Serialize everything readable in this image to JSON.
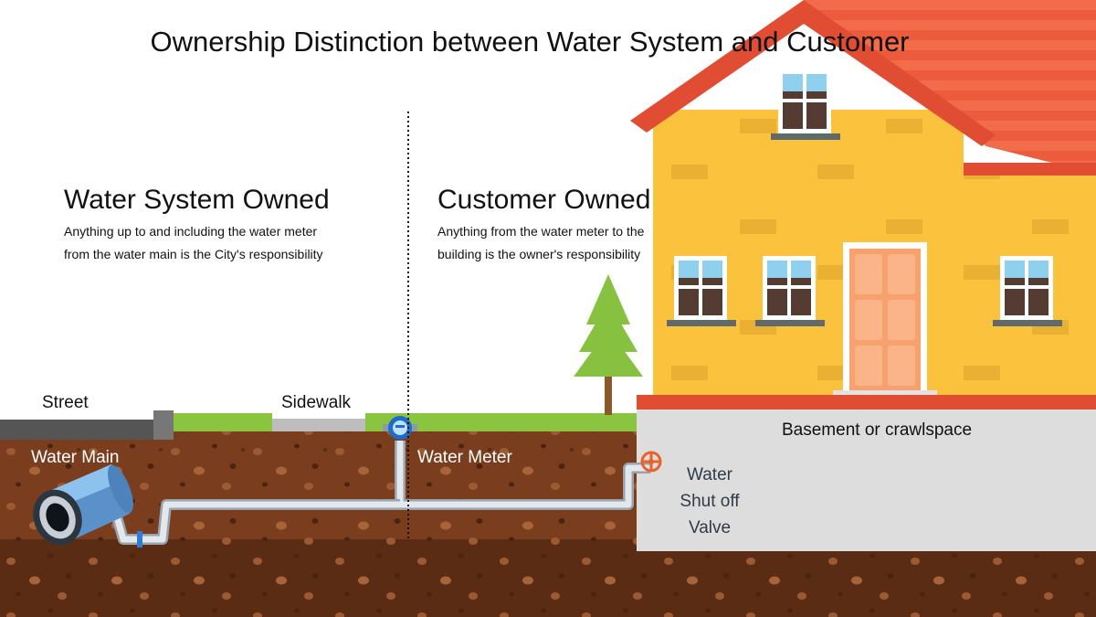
{
  "title": "Ownership Distinction between Water System and Customer",
  "water_system": {
    "heading": "Water System Owned",
    "description": "Anything up to and including the water meter from the water main is the City's responsibility"
  },
  "customer": {
    "heading": "Customer Owned",
    "description": "Anything from the water meter to the building is the owner's responsibility"
  },
  "labels": {
    "street": "Street",
    "sidewalk": "Sidewalk",
    "water_main": "Water Main",
    "water_meter": "Water Meter",
    "basement": "Basement or crawlspace",
    "shutoff_line1": "Water",
    "shutoff_line2": "Shut off",
    "shutoff_line3": "Valve"
  },
  "colors": {
    "soil": "#7a3e1e",
    "grass": "#8bc53f",
    "house_wall": "#fbc33d",
    "roof": "#ef5a3c",
    "door": "#f7a26e",
    "pipe": "#d4dbe3",
    "water_main_pipe": "#6fa8dc",
    "basement": "#dddddd",
    "street": "#555555",
    "valve": "#e8622c"
  }
}
